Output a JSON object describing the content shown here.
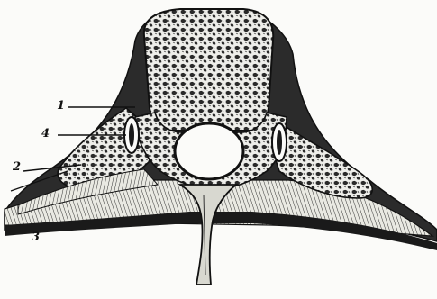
{
  "labels": {
    "one": "1",
    "two": "2",
    "three": "3",
    "four": "4"
  },
  "colors": {
    "background": "#fbfbf9",
    "ink": "#141414",
    "bone_fill": "#e8e8e0"
  }
}
